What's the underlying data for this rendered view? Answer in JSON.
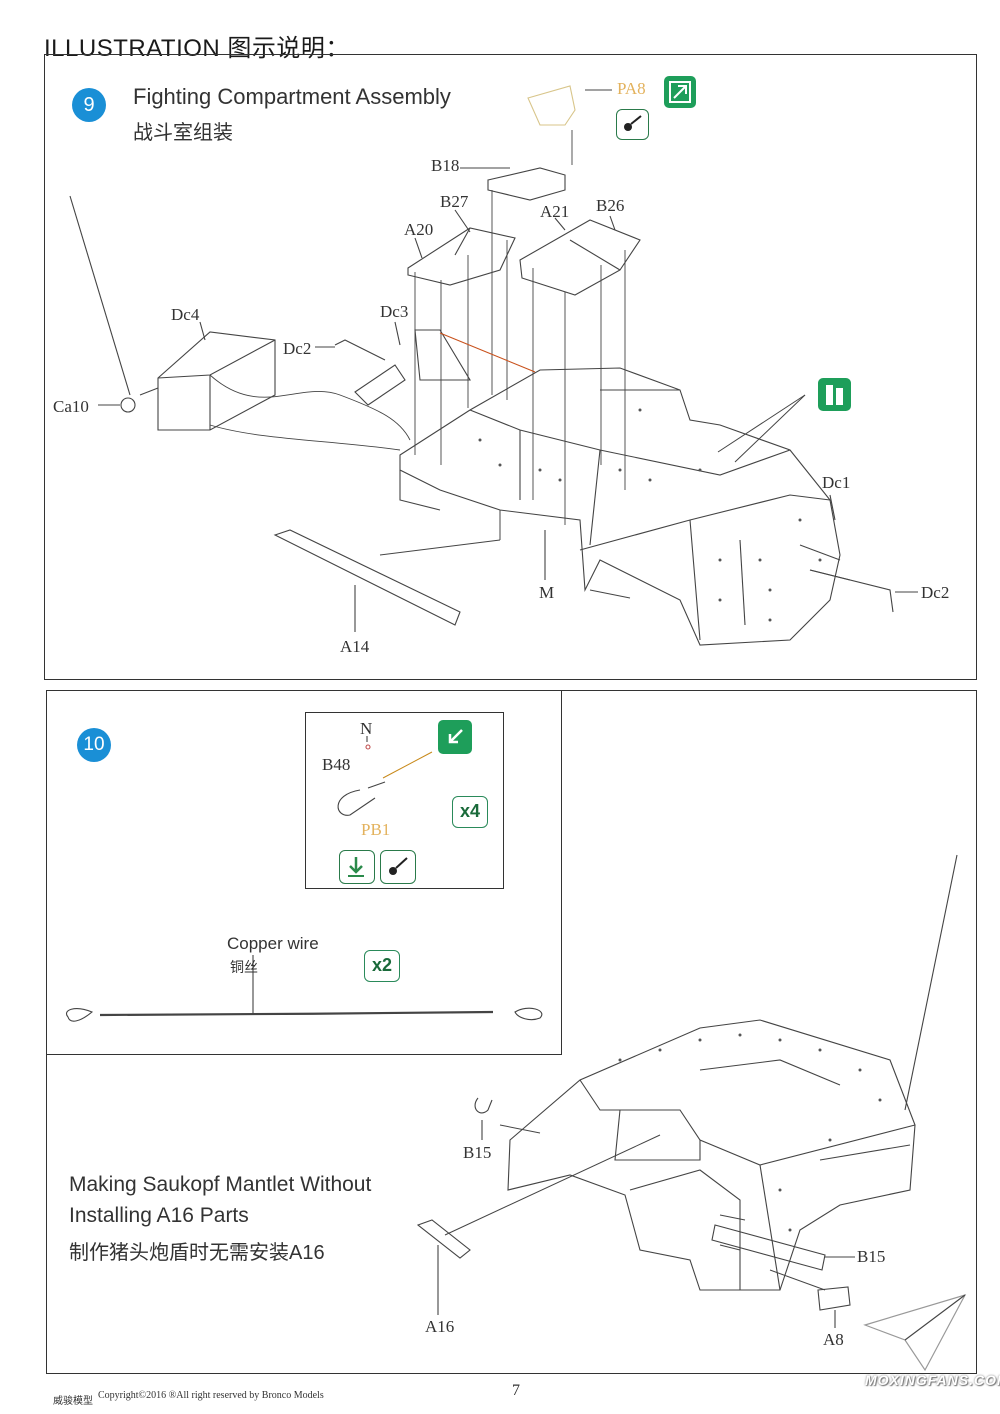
{
  "header": {
    "title": "ILLUSTRATION 图示说明："
  },
  "step9": {
    "number": "9",
    "title_en": "Fighting Compartment Assembly",
    "title_cn": "战斗室组装",
    "parts": {
      "pa8": "PA8",
      "b18": "B18",
      "b27": "B27",
      "a21": "A21",
      "b26": "B26",
      "a20": "A20",
      "dc4": "Dc4",
      "dc3": "Dc3",
      "dc2_left": "Dc2",
      "ca10": "Ca10",
      "dc1": "Dc1",
      "dc2_right": "Dc2",
      "m": "M",
      "a14": "A14"
    }
  },
  "step10": {
    "number": "10",
    "detail": {
      "n": "N",
      "b48": "B48",
      "pb1": "PB1",
      "qty": "x4"
    },
    "copper_wire": {
      "label_en": "Copper wire",
      "label_cn": "铜丝",
      "qty": "x2"
    },
    "note_en_line1": "Making Saukopf Mantlet  Without",
    "note_en_line2": "Installing A16 Parts",
    "note_cn": "制作猪头炮盾时无需安装A16",
    "parts": {
      "b15_top": "B15",
      "b15_right": "B15",
      "a16": "A16",
      "a8": "A8"
    }
  },
  "footer": {
    "brand_cn": "威骏模型",
    "copyright": "Copyright©2016  ®All right reserved by Bronco Models",
    "page_number": "7",
    "watermark": "MOXINGFANS.COM"
  },
  "icons": {
    "pa8_icon": "photo-etch-bend-icon",
    "glue_icon": "glue-icon",
    "paint_icon": "paint-icon",
    "assemble_icon": "assemble-arrow-icon",
    "down_icon": "press-down-icon"
  },
  "colors": {
    "badge": "#1a8fd6",
    "icon_green": "#1e9e5a",
    "pe_label": "#e3b25d",
    "wire": "#c8891a"
  }
}
